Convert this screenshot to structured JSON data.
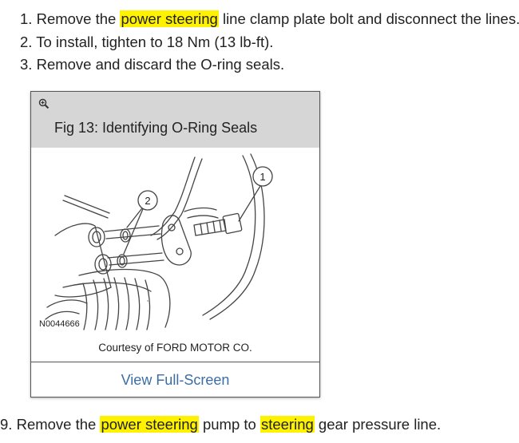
{
  "steps": [
    {
      "number": "1.",
      "pre": "Remove the ",
      "hl1": "power steering",
      "post": " line clamp plate bolt and disconnect the lines."
    },
    {
      "number": "2.",
      "text": "To install, tighten to 18 Nm (13 lb-ft)."
    },
    {
      "number": "3.",
      "text": "Remove and discard the O-ring seals."
    },
    {
      "number": "9.",
      "pre": "Remove the ",
      "hl1": "power steering",
      "mid": " pump to ",
      "hl2": "steering",
      "post": " gear pressure line."
    }
  ],
  "figure": {
    "zoom_icon": "magnify-plus-icon",
    "title": "Fig 13: Identifying O-Ring Seals",
    "callouts": [
      "1",
      "2"
    ],
    "drawing_code": "N0044666",
    "caption": "Courtesy of FORD MOTOR CO.",
    "fullscreen_label": "View Full-Screen"
  },
  "colors": {
    "highlight": "#fff200",
    "link": "#3a6ea5",
    "header_bg": "#d6d6d6"
  }
}
